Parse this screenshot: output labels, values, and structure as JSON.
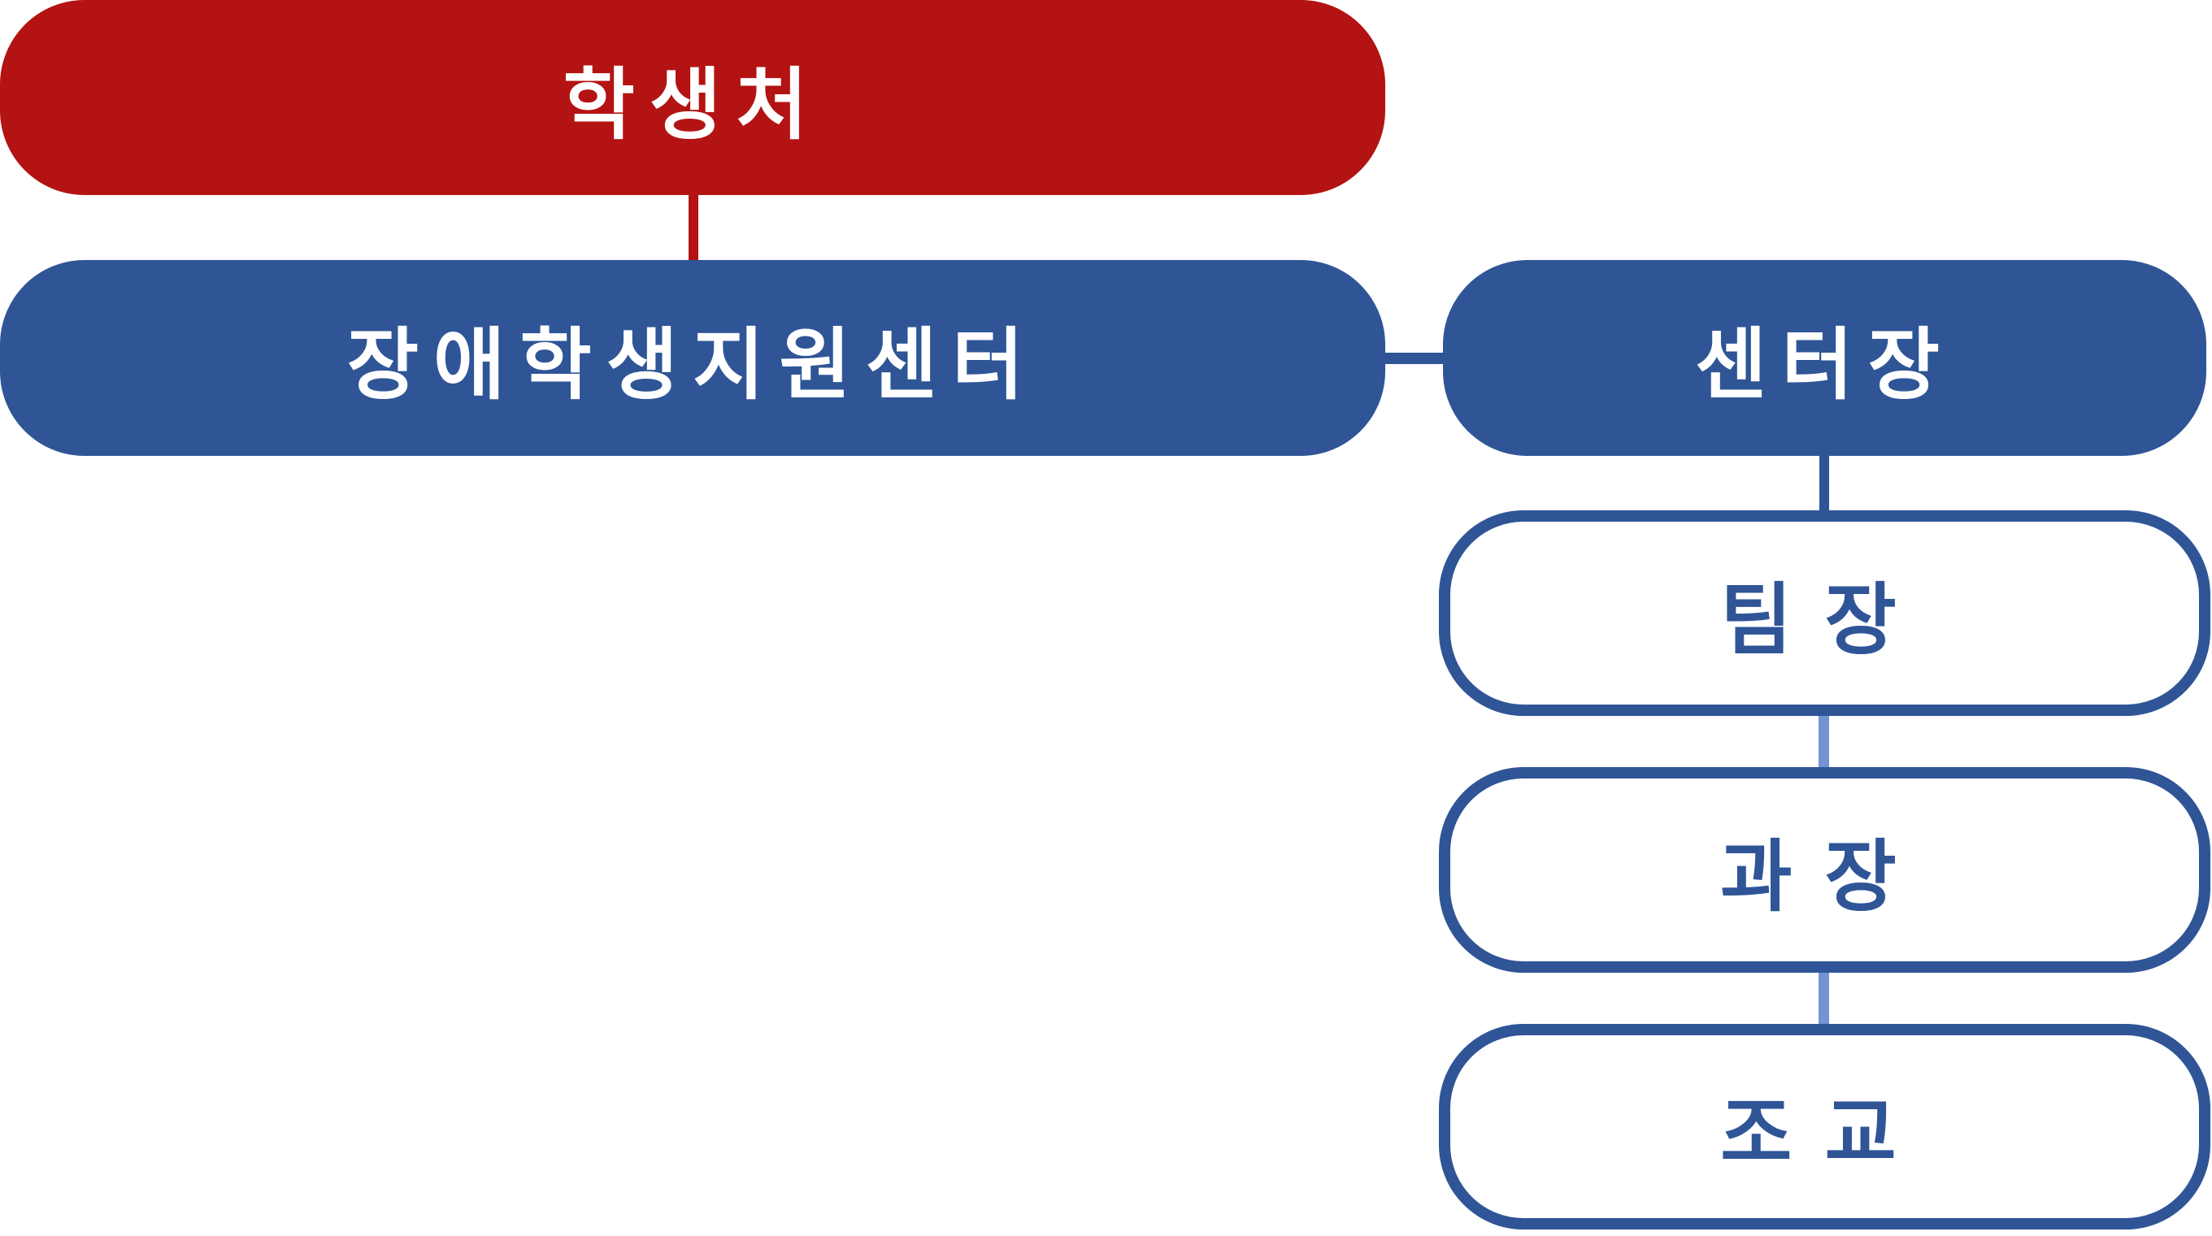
{
  "colors": {
    "red": "#b31313",
    "blue": "#2f5597",
    "light_connector": "#7294d4"
  },
  "nodes": {
    "office": "학생처",
    "center": "장애학생지원센터",
    "director": "센터장",
    "team_leader": "팀장",
    "section_chief": "과장",
    "assistant": "조교"
  }
}
